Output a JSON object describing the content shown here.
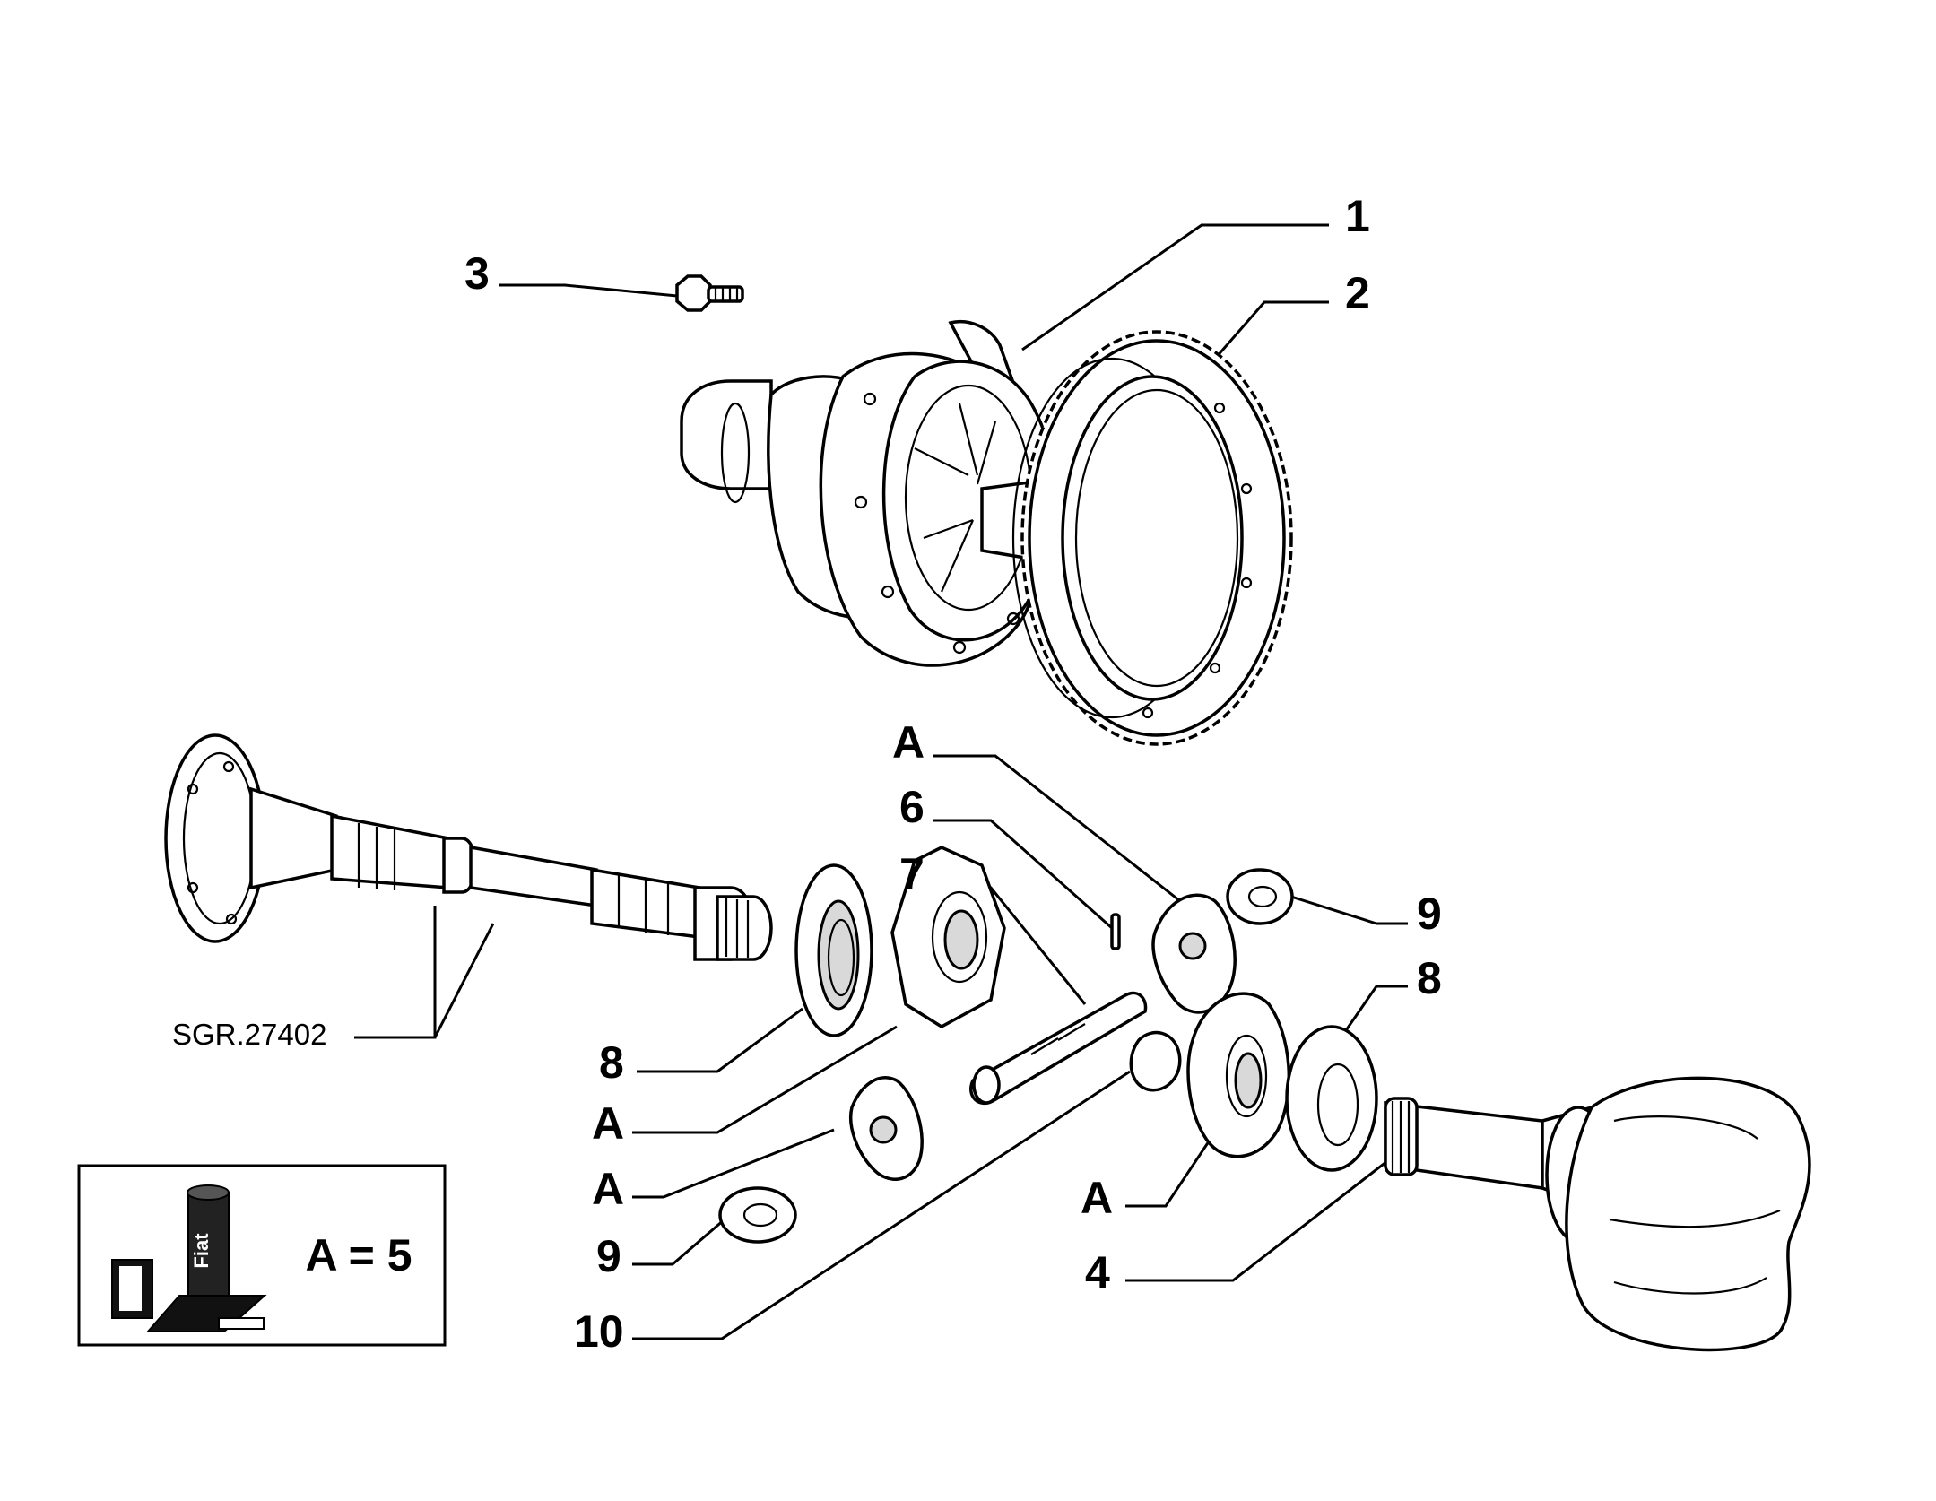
{
  "drawing_code": "SGR.27402",
  "legend": {
    "equation": "A = 5",
    "box_label": "Fiat"
  },
  "callouts": [
    {
      "id": "c1",
      "text": "1"
    },
    {
      "id": "c2",
      "text": "2"
    },
    {
      "id": "c3",
      "text": "3"
    },
    {
      "id": "cA1",
      "text": "A"
    },
    {
      "id": "c6",
      "text": "6"
    },
    {
      "id": "c7",
      "text": "7"
    },
    {
      "id": "c9a",
      "text": "9"
    },
    {
      "id": "c8a",
      "text": "8"
    },
    {
      "id": "c8b",
      "text": "8"
    },
    {
      "id": "cA2",
      "text": "A"
    },
    {
      "id": "cA3",
      "text": "A"
    },
    {
      "id": "c9b",
      "text": "9"
    },
    {
      "id": "c10",
      "text": "10"
    },
    {
      "id": "cA4",
      "text": "A"
    },
    {
      "id": "c4",
      "text": "4"
    }
  ]
}
